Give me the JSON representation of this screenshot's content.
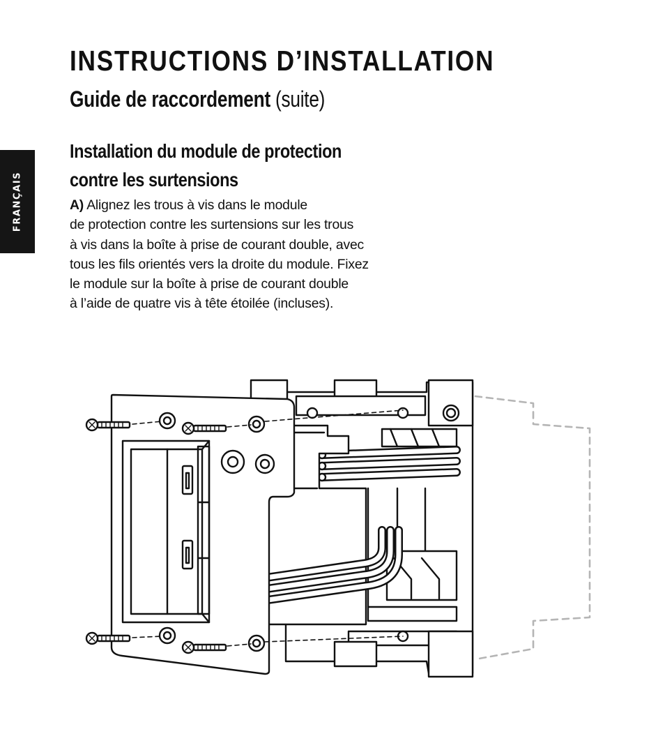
{
  "side_tab": {
    "label": "FRANÇAIS"
  },
  "header": {
    "title": "INSTRUCTIONS D’INSTALLATION",
    "subtitle_bold": "Guide de raccordement",
    "subtitle_light": "(suite)"
  },
  "section": {
    "heading_line1": "Installation du module de protection",
    "heading_line2": "contre les surtensions",
    "step_label": "A)",
    "lines": [
      "Alignez les trous à vis dans le module",
      "de protection contre les surtensions sur les trous",
      "à vis dans la boîte à prise de courant double, avec",
      "tous les fils orientés vers la droite du module. Fixez",
      "le module sur la boîte à prise de courant double",
      "à l’aide de quatre vis à tête étoilée (incluses)."
    ]
  },
  "illustration": {
    "name": "surge-protection-module-installation",
    "colors": {
      "line": "#111111",
      "dashed": "#b5b5b5",
      "fill": "#ffffff"
    }
  }
}
